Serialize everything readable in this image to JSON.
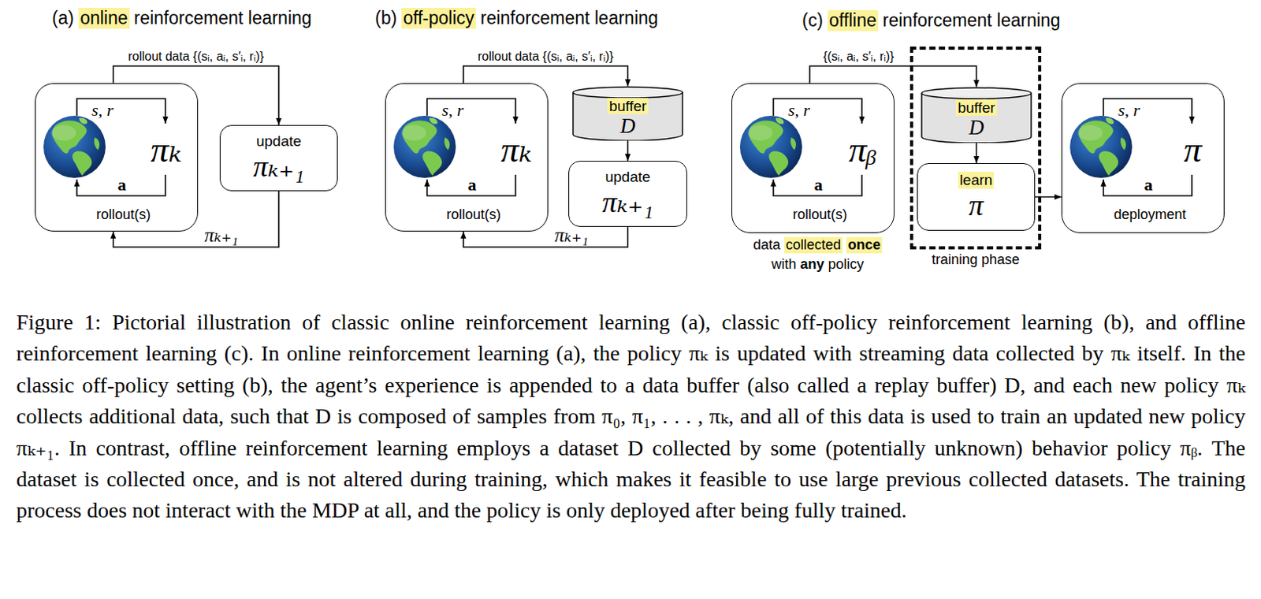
{
  "diagram": {
    "caption": "Figure 1: Pictorial illustration of classic online reinforcement learning (a), classic off-policy reinforcement learning (b), and offline reinforcement learning (c). In online reinforcement learning (a), the policy πₖ is updated with streaming data collected by πₖ itself. In the classic off-policy setting (b), the agent’s experience is appended to a data buffer (also called a replay buffer) D, and each new policy πₖ collects additional data, such that D is composed of samples from π₀, π₁, . . . , πₖ, and all of this data is used to train an updated new policy πₖ₊₁. In contrast, offline reinforcement learning employs a dataset D collected by some (potentially unknown) behavior policy πᵦ. The dataset is collected once, and is not altered during training, which makes it feasible to use large previous collected datasets. The training process does not interact with the MDP at all, and the policy is only deployed after being fully trained.",
    "nodes": [
      {
        "text": [
          "πₖ",
          "rollout(s)"
        ]
      },
      {
        "text": [
          "update",
          "πₖ₊₁"
        ]
      },
      {
        "text": [
          "πₖ",
          "rollout(s)"
        ]
      },
      {
        "text": [
          "buffer",
          "D"
        ]
      },
      {
        "text": [
          "update",
          "πₖ₊₁"
        ]
      },
      {
        "text": [
          "πᵦ",
          "rollout(s)"
        ]
      },
      {
        "text": [
          "training phase"
        ]
      },
      {
        "text": [
          "buffer",
          "D"
        ],
        "in": 6
      },
      {
        "text": [
          "learn",
          "π"
        ],
        "in": 6
      },
      {
        "text": [
          "π",
          "deployment"
        ]
      }
    ],
    "edges": [
      {
        "from": 0,
        "to": 1,
        "arrow": "to",
        "label": "rollout data {(sᵢ, aᵢ, s′ᵢ, rᵢ)}"
      },
      {
        "from": 1,
        "to": 0,
        "arrow": "to",
        "label": "πₖ₊₁"
      },
      {
        "from": 2,
        "to": 3,
        "arrow": "to",
        "label": "rollout data {(sᵢ, aᵢ, s′ᵢ, rᵢ)}"
      },
      {
        "from": 3,
        "to": 4,
        "arrow": "to"
      },
      {
        "from": 4,
        "to": 2,
        "arrow": "to",
        "label": "πₖ₊₁"
      },
      {
        "from": 5,
        "to": 7,
        "arrow": "to",
        "label": "{(sᵢ, aᵢ, s′ᵢ, rᵢ)}"
      },
      {
        "from": 7,
        "to": 8,
        "arrow": "to"
      },
      {
        "from": 8,
        "to": 9,
        "arrow": "to"
      }
    ],
    "labels": [
      "(a)",
      "online",
      "reinforcement learning",
      "(b)",
      "off-policy",
      "reinforcement learning",
      "(c)",
      "offline",
      "reinforcement learning",
      "s, r",
      "a",
      "s, r",
      "a",
      "s, r",
      "a",
      "s, r",
      "a",
      "data",
      "collected",
      "once",
      "with",
      "any",
      "policy"
    ]
  }
}
